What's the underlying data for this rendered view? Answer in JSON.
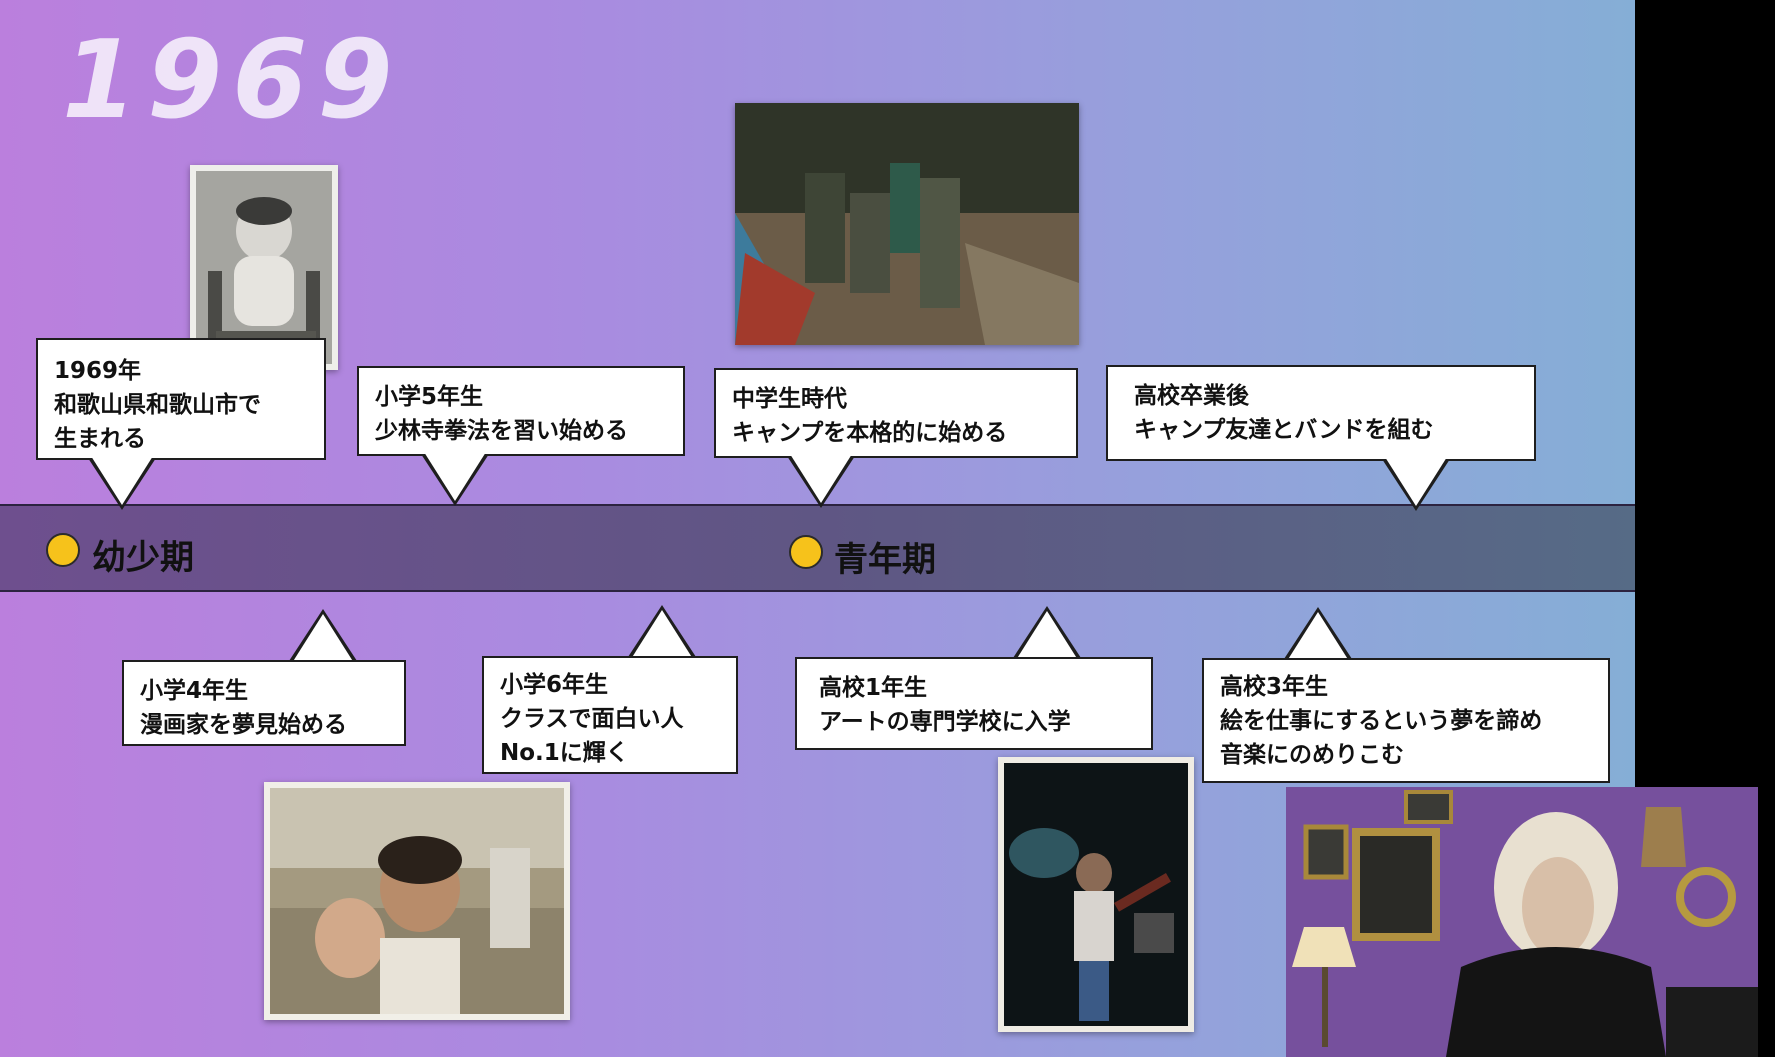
{
  "year": "1969",
  "eras": [
    {
      "label": "幼少期"
    },
    {
      "label": "青年期"
    }
  ],
  "events": {
    "birth": [
      "1969年",
      "和歌山県和歌山市で",
      "生まれる"
    ],
    "grade5": [
      "小学5年生",
      "少林寺拳法を習い始める"
    ],
    "middle": [
      "中学生時代",
      "キャンプを本格的に始める"
    ],
    "after_hs": [
      "高校卒業後",
      "キャンプ友達とバンドを組む"
    ],
    "grade4": [
      "小学4年生",
      "漫画家を夢見始める"
    ],
    "grade6": [
      "小学6年生",
      "クラスで面白い人",
      "No.1に輝く"
    ],
    "hs1": [
      "高校1年生",
      "アートの専門学校に入学"
    ],
    "hs3": [
      "高校3年生",
      "絵を仕事にするという夢を諦め",
      "音楽にのめりこむ"
    ]
  },
  "colors": {
    "dot": "#f6c21b",
    "band": "#5f5684"
  }
}
